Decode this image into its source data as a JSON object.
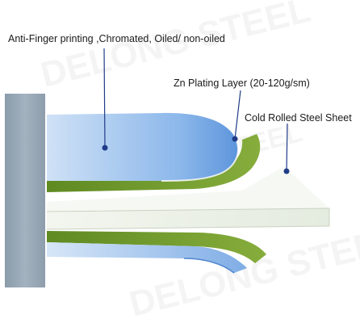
{
  "watermark": "DELONG STEEL",
  "labels": {
    "coating": "Anti-Finger printing ,Chromated, Oiled/ non-oiled",
    "zinc": "Zn Plating Layer (20-120g/sm)",
    "base": "Cold Rolled Steel Sheet"
  },
  "colors": {
    "coating_blue": "#7fb0e8",
    "zinc_green": "#6f9a2c",
    "steel_sheet": "#eef2ea",
    "backing_block": "#9aaab8",
    "leader_line": "#1f3c88"
  }
}
